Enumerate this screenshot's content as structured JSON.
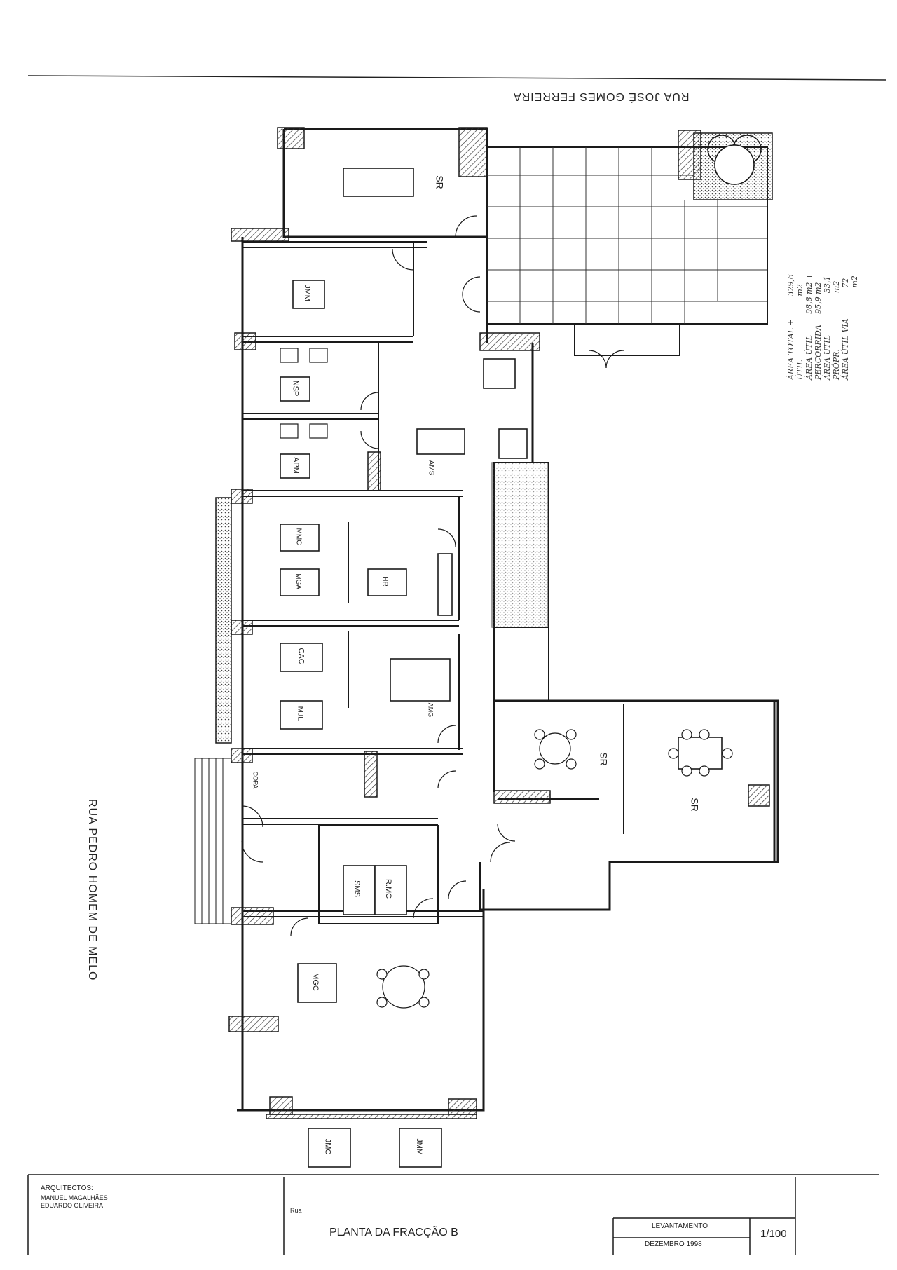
{
  "streets": {
    "top": "RUA JOSÉ GOMES FERREIRA",
    "left": "RUA PEDRO HOMEM DE MELO"
  },
  "area_notes": [
    {
      "label": "ÁREA TOTAL + ÚTIL",
      "value": "329,6 m2"
    },
    {
      "label": "ÁREA ÚTIL PERCORRIDA",
      "value": "98,8 m2 + 95,9 m2"
    },
    {
      "label": "ÁREA ÚTIL PRÓPR.",
      "value": "33,1 m2"
    },
    {
      "label": "ÁREA ÚTIL VIA",
      "value": "72 m2"
    }
  ],
  "rooms": {
    "sr_top": "SR",
    "jmm": "JMM",
    "nsp": "NSP",
    "apm": "APM",
    "ams": "AMS",
    "mmc": "MMC",
    "mga": "MGA",
    "hr": "HR",
    "cac": "CAC",
    "mjl": "MJL",
    "amg": "AMG",
    "copa": "COPA",
    "rmc": "R.MC",
    "sms": "SMS",
    "mgc": "MGC",
    "jmc": "JMC",
    "jmm2": "JMM",
    "sr_round": "SR",
    "sr_large": "SR"
  },
  "title_block": {
    "architects_label": "ARQUITECTOS:",
    "architect_1": "MANUEL MAGALHÃES",
    "architect_2": "EDUARDO OLIVEIRA",
    "obra_label": "Rua",
    "title": "PLANTA DA FRACÇÃO B",
    "stage": "LEVANTAMENTO",
    "date": "DEZEMBRO 1998",
    "scale": "1/100"
  },
  "colors": {
    "ink": "#1a1a1a",
    "hatch": "#333333",
    "paper": "#ffffff"
  }
}
